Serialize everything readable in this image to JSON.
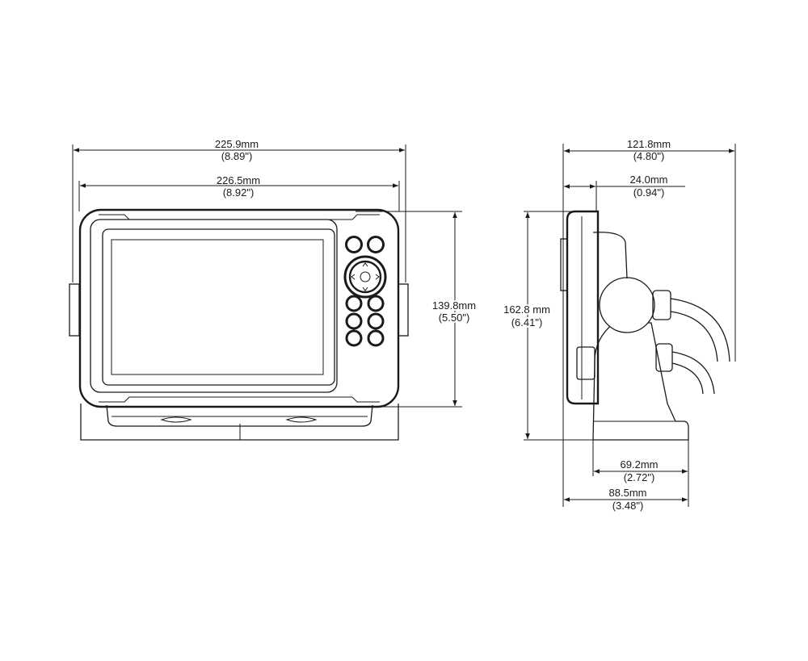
{
  "dimensions": {
    "width_outer": {
      "mm": "225.9mm",
      "in": "(8.89\")"
    },
    "width_inner": {
      "mm": "226.5mm",
      "in": "(8.92\")"
    },
    "height_front": {
      "mm": "139.8mm",
      "in": "(5.50\")"
    },
    "height_side": {
      "mm": "162.8 mm",
      "in": "(6.41\")"
    },
    "depth_total": {
      "mm": "121.8mm",
      "in": "(4.80\")"
    },
    "depth_bezel": {
      "mm": "24.0mm",
      "in": "(0.94\")"
    },
    "base_inner": {
      "mm": "69.2mm",
      "in": "(2.72\")"
    },
    "base_total": {
      "mm": "88.5mm",
      "in": "(3.48\")"
    }
  },
  "colors": {
    "line": "#1a1a1a",
    "background": "#ffffff"
  }
}
